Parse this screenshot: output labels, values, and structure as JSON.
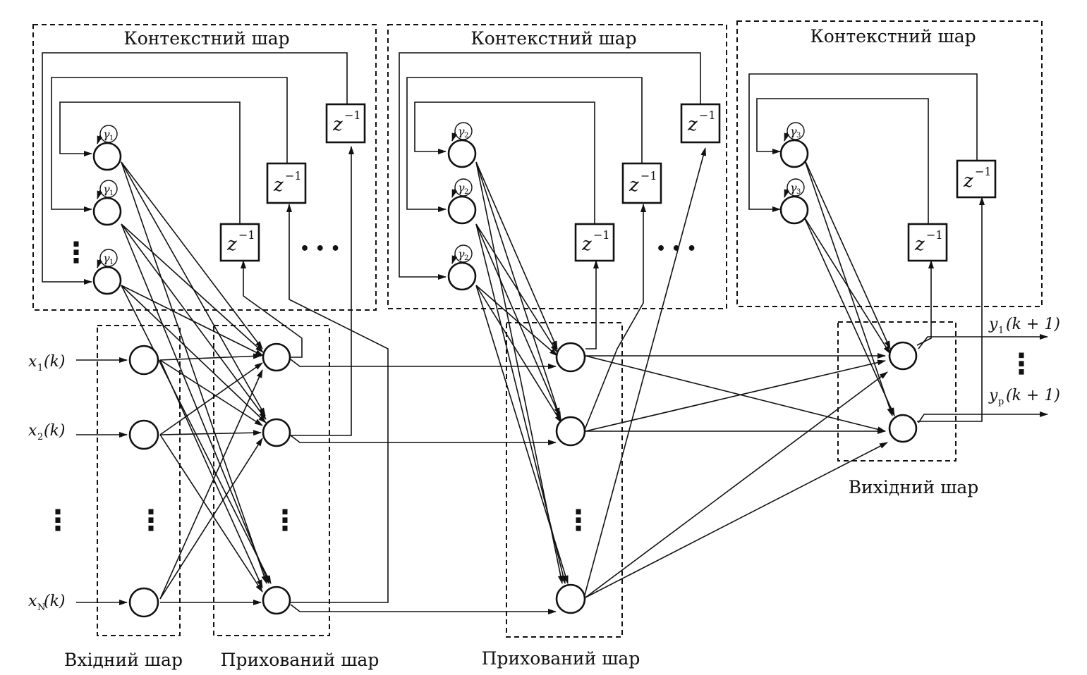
{
  "layers": {
    "context": "Контекстний шар",
    "input": "Вхідний шар",
    "hidden": "Прихований шар",
    "output": "Вихідний шар"
  },
  "inputs": [
    {
      "sym": "x",
      "sub": "1",
      "arg": "(k)"
    },
    {
      "sym": "x",
      "sub": "2",
      "arg": "(k)"
    },
    {
      "sym": "x",
      "sub": "N",
      "arg": "(k)"
    }
  ],
  "outputs": [
    {
      "sym": "y",
      "sub": "1",
      "arg": "(k + 1)"
    },
    {
      "sym": "y",
      "sub": "p",
      "arg": "(k + 1)"
    }
  ],
  "delay": {
    "base": "z",
    "exp": "−1"
  },
  "gammas": [
    {
      "sym": "γ",
      "sub": "1"
    },
    {
      "sym": "γ",
      "sub": "2"
    },
    {
      "sym": "γ",
      "sub": "3"
    }
  ],
  "ellipsis": "⋮",
  "hellipsis": "• • •"
}
